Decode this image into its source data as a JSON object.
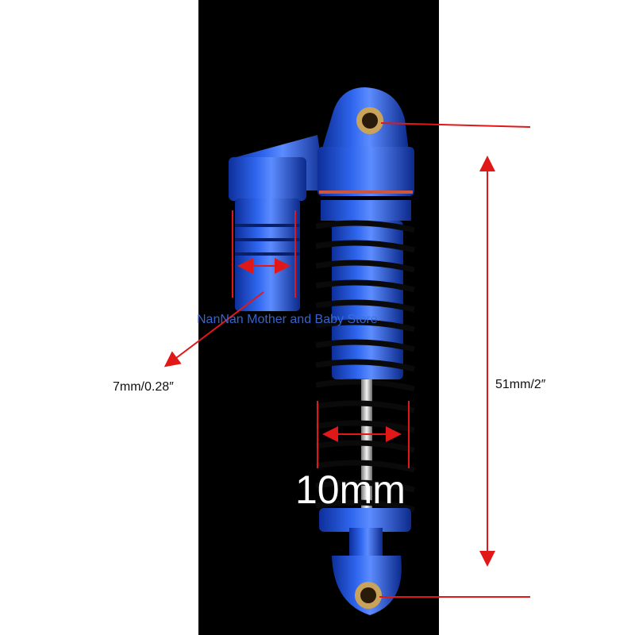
{
  "labels": {
    "top_diameter": "7mm/0.28″",
    "length": "51mm/2″",
    "spring_width": "10mm"
  },
  "watermark": "NanNan Mother and Baby Store",
  "colors": {
    "background": "#ffffff",
    "panel": "#000000",
    "body_blue": "#1f4fd8",
    "dimension_red": "#e01818",
    "spring": "#0a0a0a"
  }
}
